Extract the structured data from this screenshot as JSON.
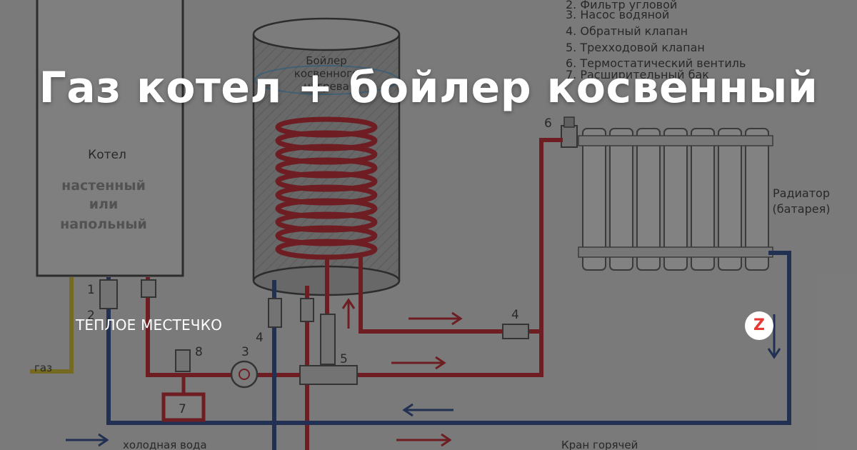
{
  "headline": "Газ котел + бойлер косвенный",
  "brand": "ТЕПЛОЕ МЕСТЕЧКО",
  "logo_letter": "Z",
  "colors": {
    "hot_pipe": "#c8141c",
    "cold_pipe": "#1c3f8c",
    "gas_pipe": "#d7bf1a",
    "overlay": "#3a3a3a",
    "logo_accent": "#e53935"
  },
  "diagram": {
    "legend": [
      "2. Фильтр угловой",
      "3. Насос водяной",
      "4. Обратный клапан",
      "5. Трехходовой клапан",
      "6. Термостатический вентиль",
      "7. Расширительный бак"
    ],
    "boiler": {
      "title": "Котел",
      "subtitle_lines": [
        "настенный",
        "или",
        "напольный"
      ]
    },
    "tank": {
      "label_lines": [
        "Бойлер",
        "косвенного",
        "нагрева"
      ]
    },
    "radiator": {
      "label_lines": [
        "Радиатор",
        "(батарея)"
      ]
    },
    "gas_label": "газ",
    "cold_water_label": "холодная вода",
    "hot_tap_label": "Кран горячей",
    "numbers": {
      "n1": "1",
      "n2": "2",
      "n3": "3",
      "n4a": "4",
      "n4b": "4",
      "n5": "5",
      "n6": "6",
      "n7": "7",
      "n8": "8"
    }
  }
}
